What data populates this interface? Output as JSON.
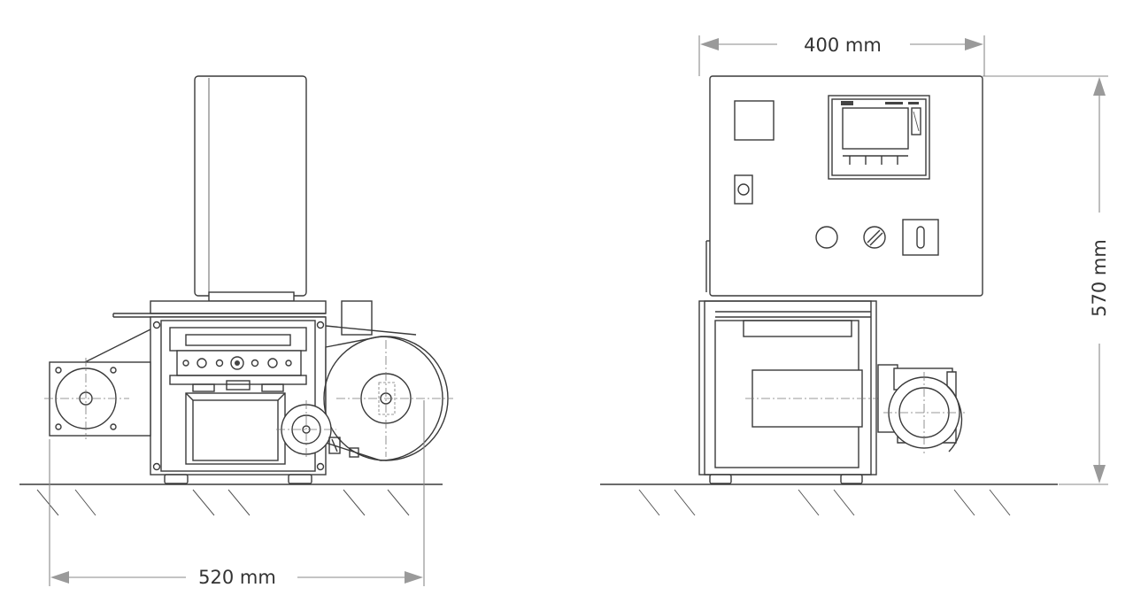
{
  "dimensions": {
    "width_front": "520 mm",
    "width_side": "400 mm",
    "height_side": "570 mm"
  },
  "colors": {
    "line": "#3a3a3a",
    "dimension": "#8a8a8a",
    "text": "#333333",
    "background": "#ffffff"
  }
}
